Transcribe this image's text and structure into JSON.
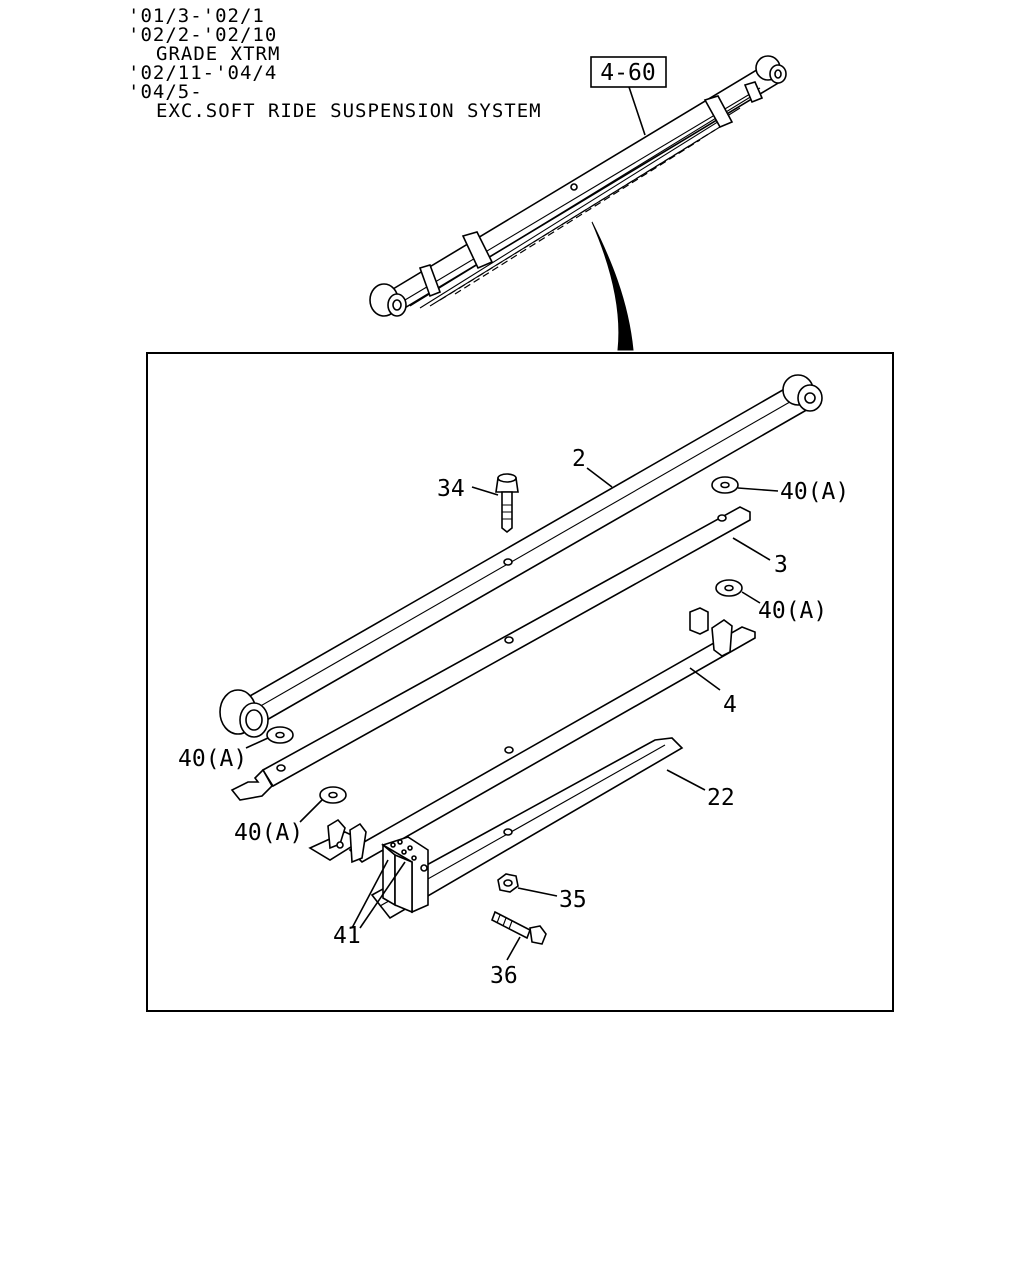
{
  "header": {
    "lines": [
      "'01/3-'02/1",
      "'02/2-'02/10",
      "GRADE XTRM",
      "'02/11-'04/4",
      "'04/5-",
      "EXC.SOFT RIDE SUSPENSION SYSTEM"
    ]
  },
  "reference": {
    "label": "4-60"
  },
  "callouts": {
    "c2": "2",
    "c34": "34",
    "c40a_1": "40(A)",
    "c3": "3",
    "c40a_2": "40(A)",
    "c4": "4",
    "c40a_3": "40(A)",
    "c22": "22",
    "c40a_4": "40(A)",
    "c35": "35",
    "c41": "41",
    "c36": "36"
  }
}
